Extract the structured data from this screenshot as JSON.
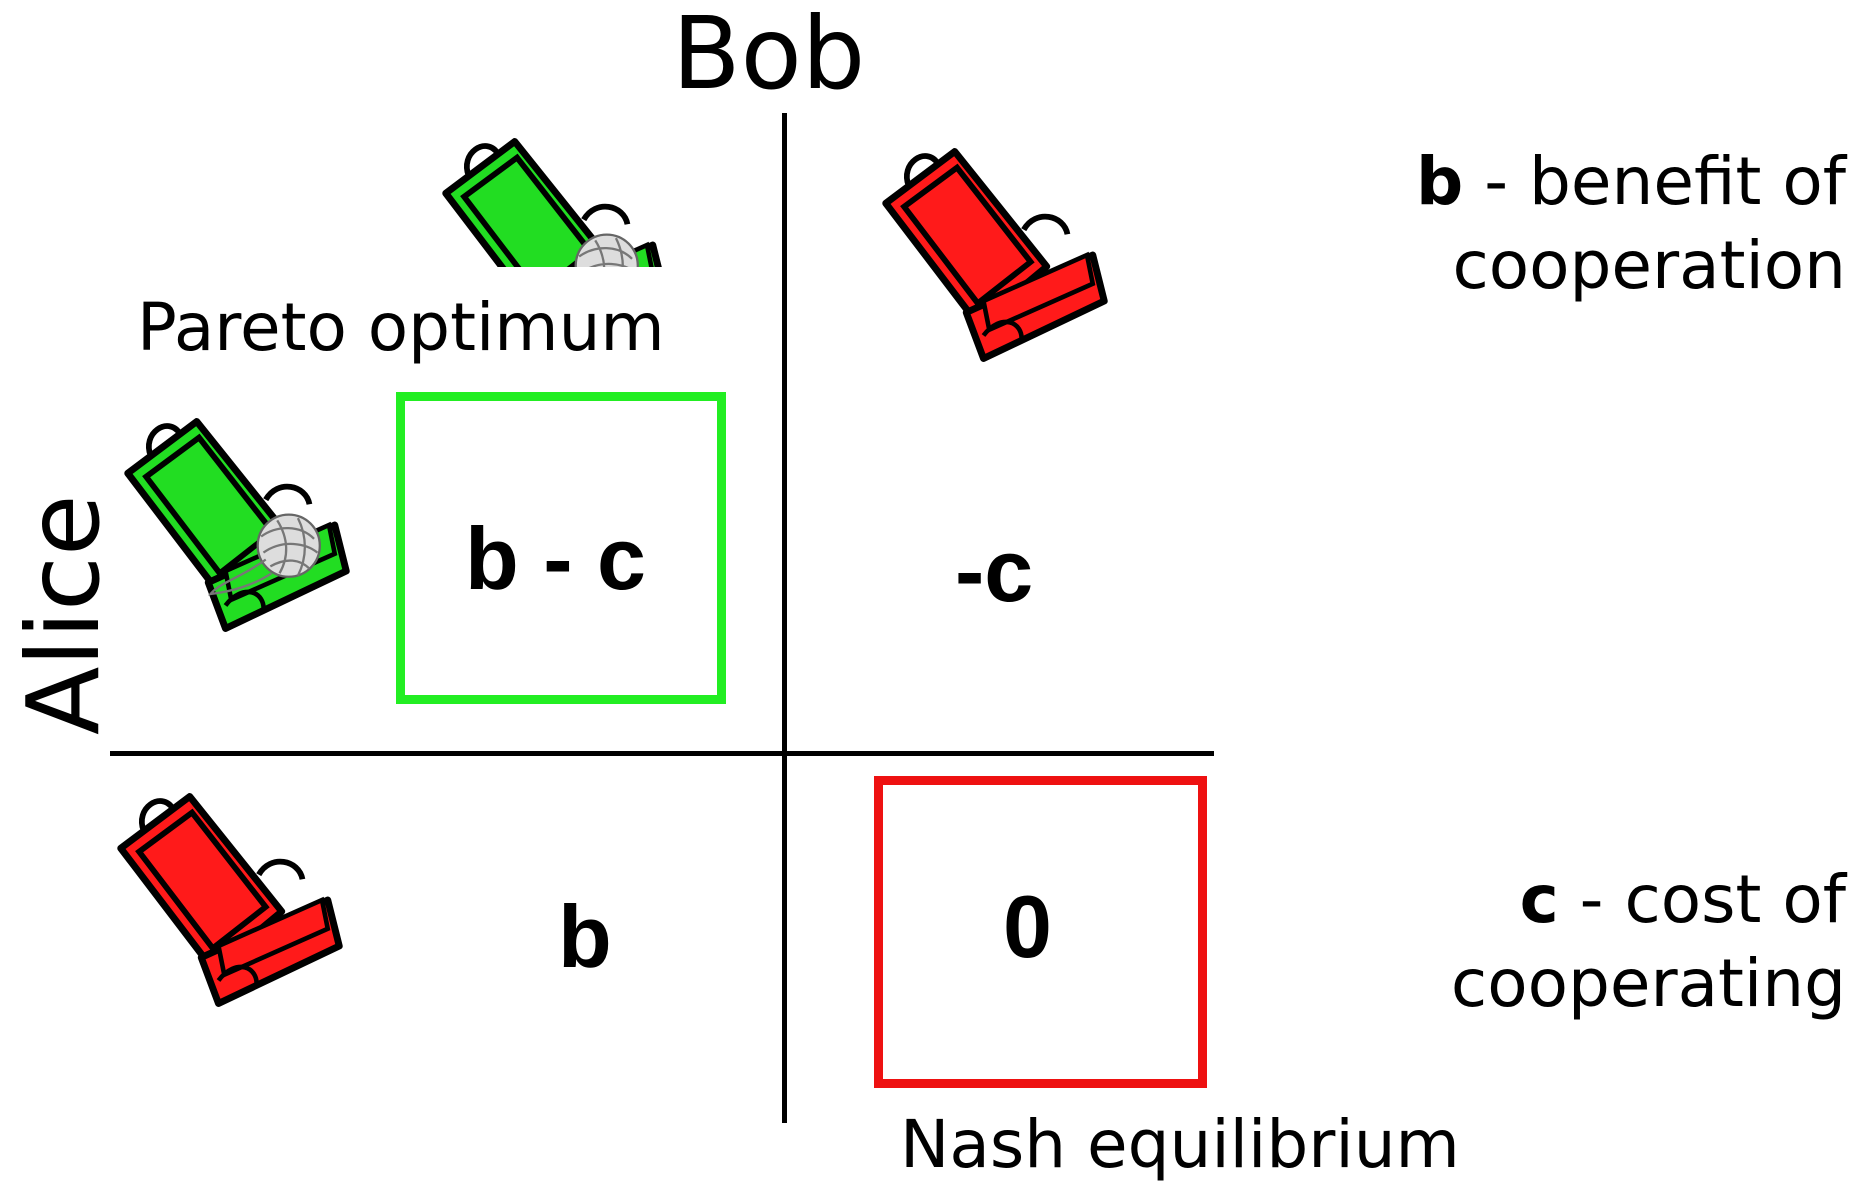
{
  "players": {
    "column": "Bob",
    "row": "Alice"
  },
  "payoffs": {
    "cc": "b - c",
    "cd": "-c",
    "dc": "b",
    "dd": "0"
  },
  "annotations": {
    "pareto": "Pareto optimum",
    "nash": "Nash equilibrium"
  },
  "legend": {
    "b_symbol": "b",
    "b_text": "- benefit of",
    "b_text2": "cooperation",
    "c_symbol": "c",
    "c_text": "- cost of",
    "c_text2": "cooperating"
  },
  "colors": {
    "cooperate": "#22dd22",
    "defect": "#ff1a1a",
    "pareto_box": "#22ee22",
    "nash_box": "#ee1111"
  },
  "icons": {
    "cooperate": "open-briefcase-with-yarn-icon",
    "defect": "open-empty-briefcase-icon"
  }
}
